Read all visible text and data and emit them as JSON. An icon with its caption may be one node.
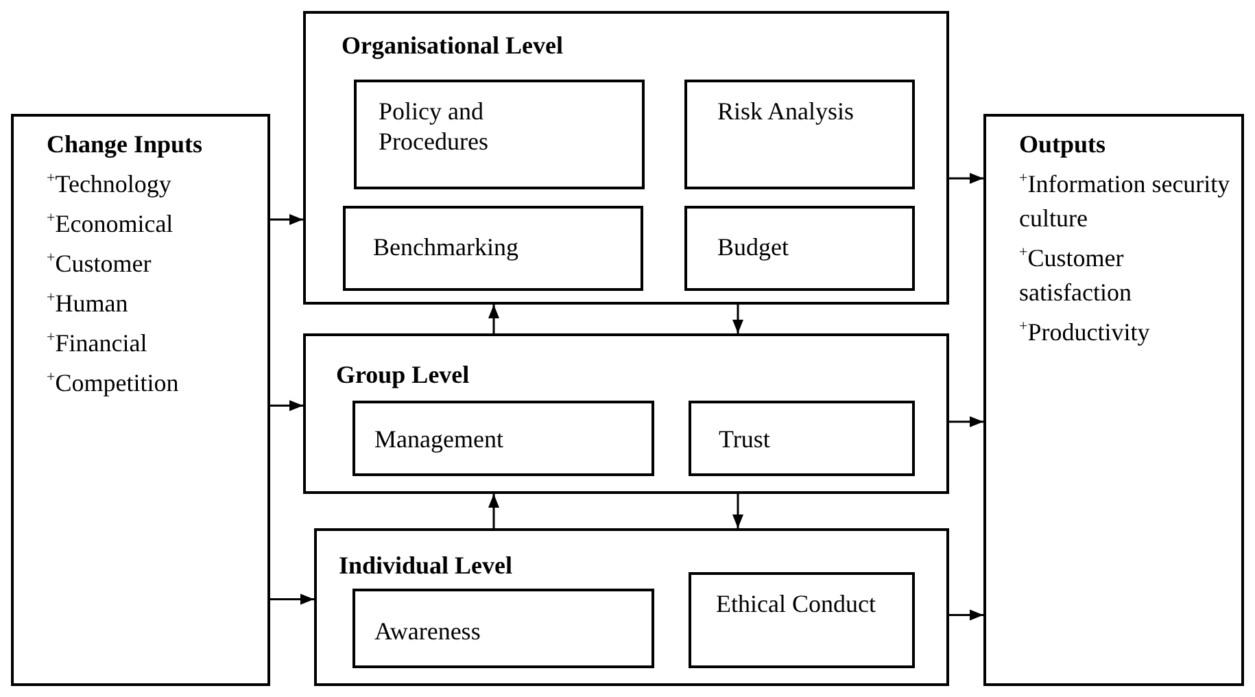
{
  "diagram": {
    "nodes": [
      {
        "text": [
          "Change Inputs",
          "$^{+}$Technology",
          "$^{+}$Economical",
          "$^{+}$Customer",
          "$^{+}$Human",
          "$^{+}$Financial",
          "$^{+}$Competition"
        ]
      },
      {
        "text": [
          "Organisational Level"
        ]
      },
      {
        "text": [
          "Policy and Procedures"
        ],
        "in": 1
      },
      {
        "text": [
          "Risk Analysis"
        ],
        "in": 1
      },
      {
        "text": [
          "Benchmarking"
        ],
        "in": 1
      },
      {
        "text": [
          "Budget"
        ],
        "in": 1
      },
      {
        "text": [
          "Group  Level"
        ]
      },
      {
        "text": [
          "Management"
        ],
        "in": 6
      },
      {
        "text": [
          "Trust"
        ],
        "in": 6
      },
      {
        "text": [
          "Individual Level"
        ]
      },
      {
        "text": [
          "Awareness"
        ],
        "in": 9
      },
      {
        "text": [
          "Ethical Conduct"
        ],
        "in": 9
      },
      {
        "text": [
          "Outputs",
          "$^{+}$Information security culture",
          "$^{+}$Customer satisfaction",
          "$^{+}$Productivity"
        ]
      }
    ],
    "edges": [
      {
        "from": 0,
        "to": 1,
        "arrow": "to"
      },
      {
        "from": 0,
        "to": 6,
        "arrow": "to"
      },
      {
        "from": 0,
        "to": 9,
        "arrow": "to"
      },
      {
        "from": 1,
        "to": 12,
        "arrow": "to"
      },
      {
        "from": 6,
        "to": 12,
        "arrow": "to"
      },
      {
        "from": 9,
        "to": 12,
        "arrow": "to"
      },
      {
        "from": 6,
        "to": 1,
        "arrow": "to"
      },
      {
        "from": 1,
        "to": 6,
        "arrow": "to"
      },
      {
        "from": 9,
        "to": 6,
        "arrow": "to"
      },
      {
        "from": 6,
        "to": 9,
        "arrow": "to"
      }
    ]
  }
}
